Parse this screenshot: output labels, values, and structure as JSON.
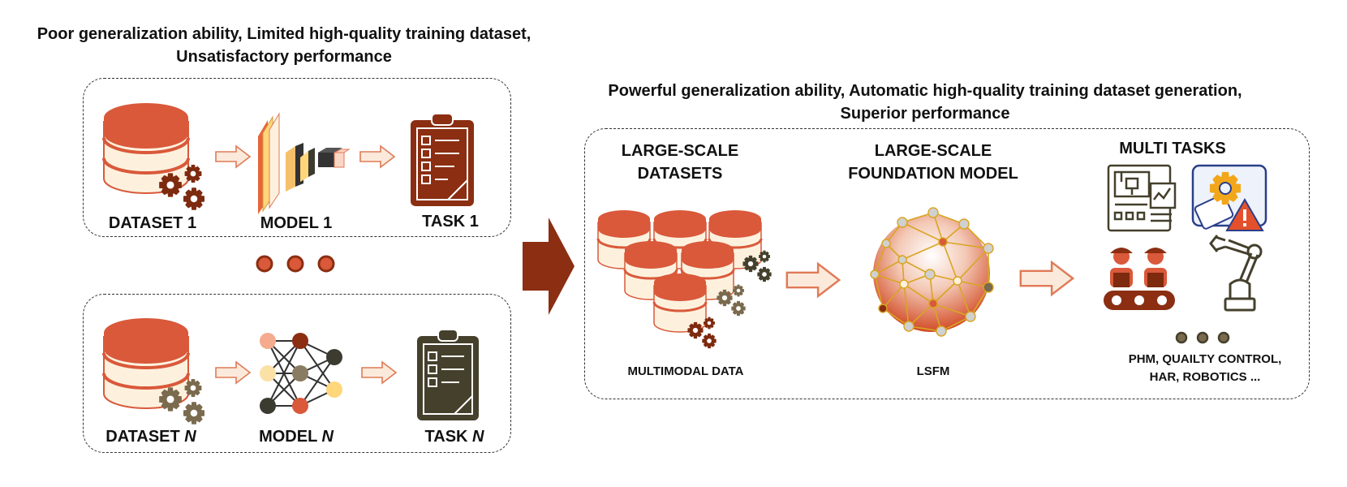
{
  "colors": {
    "db_red": "#d9593a",
    "db_cream": "#fdf1de",
    "dark_red": "#8b2e12",
    "gear_dark": "#7e2a0f",
    "gear_olive": "#7a6a4e",
    "task_dark": "#45402c",
    "arrow_fill": "#fbeadb",
    "arrow_stroke": "#e07a57"
  },
  "left": {
    "heading_line1": "Poor generalization ability, Limited high-quality training dataset,",
    "heading_line2": "Unsatisfactory performance",
    "row1": {
      "dataset": "DATASET 1",
      "model": "MODEL 1",
      "task": "TASK 1"
    },
    "rowN": {
      "dataset_prefix": "DATASET ",
      "model_prefix": "MODEL ",
      "task_prefix": "TASK ",
      "n": "N"
    }
  },
  "right": {
    "heading_line1": "Powerful generalization ability, Automatic high-quality training dataset generation,",
    "heading_line2": "Superior performance",
    "datasets_title_line1": "LARGE-SCALE",
    "datasets_title_line2": "DATASETS",
    "model_title_line1": "LARGE-SCALE",
    "model_title_line2": "FOUNDATION MODEL",
    "tasks_title": "MULTI TASKS",
    "datasets_caption": "MULTIMODAL DATA",
    "model_caption": "LSFM",
    "tasks_caption_line1": "PHM, QUAILTY CONTROL,",
    "tasks_caption_line2": "HAR, ROBOTICS ..."
  },
  "icons": [
    "database-icon",
    "gear-icon",
    "cnn-model-icon",
    "clipboard-task-icon",
    "neural-network-icon",
    "ellipsis-dots-icon",
    "big-arrow-icon",
    "foundation-sphere-icon",
    "industrial-machine-icon",
    "fault-warning-icon",
    "workers-conveyor-icon",
    "robot-arm-icon"
  ]
}
